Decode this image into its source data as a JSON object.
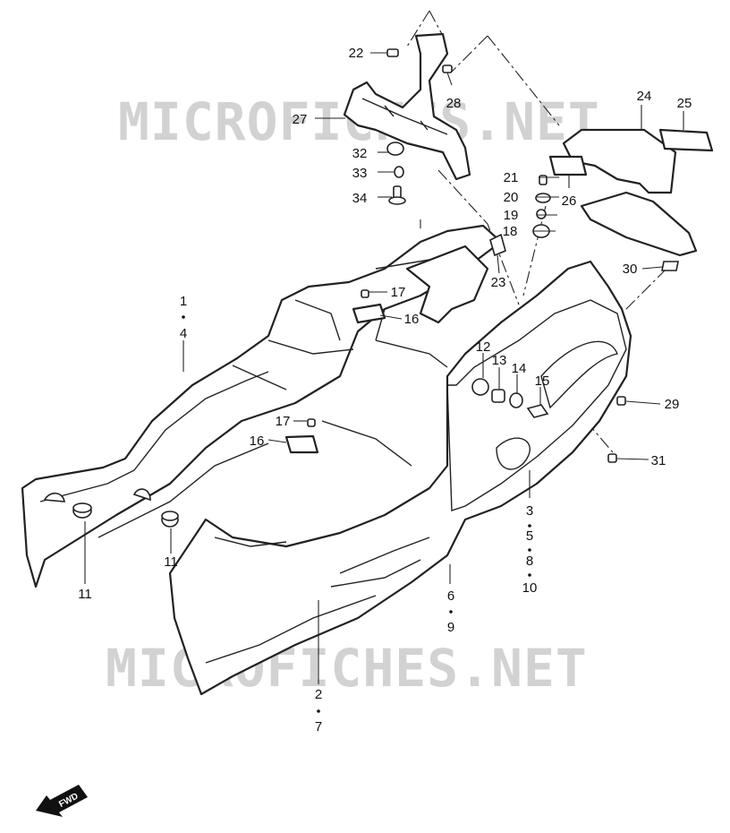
{
  "watermarks": [
    "MICROFICHES.NET",
    "MICROFICHES.NET"
  ],
  "fwd_badge": "FWD",
  "callouts": [
    {
      "id": "c1",
      "text": "1"
    },
    {
      "id": "c4",
      "text": "4"
    },
    {
      "id": "c2",
      "text": "2"
    },
    {
      "id": "c7",
      "text": "7"
    },
    {
      "id": "c3",
      "text": "3"
    },
    {
      "id": "c5",
      "text": "5"
    },
    {
      "id": "c8",
      "text": "8"
    },
    {
      "id": "c10",
      "text": "10"
    },
    {
      "id": "c6",
      "text": "6"
    },
    {
      "id": "c9",
      "text": "9"
    },
    {
      "id": "c11a",
      "text": "11"
    },
    {
      "id": "c11b",
      "text": "11"
    },
    {
      "id": "c12",
      "text": "12"
    },
    {
      "id": "c13",
      "text": "13"
    },
    {
      "id": "c14",
      "text": "14"
    },
    {
      "id": "c15",
      "text": "15"
    },
    {
      "id": "c16a",
      "text": "16"
    },
    {
      "id": "c16b",
      "text": "16"
    },
    {
      "id": "c17a",
      "text": "17"
    },
    {
      "id": "c17b",
      "text": "17"
    },
    {
      "id": "c18",
      "text": "18"
    },
    {
      "id": "c19",
      "text": "19"
    },
    {
      "id": "c20",
      "text": "20"
    },
    {
      "id": "c21",
      "text": "21"
    },
    {
      "id": "c22",
      "text": "22"
    },
    {
      "id": "c23",
      "text": "23"
    },
    {
      "id": "c24",
      "text": "24"
    },
    {
      "id": "c25",
      "text": "25"
    },
    {
      "id": "c26",
      "text": "26"
    },
    {
      "id": "c27",
      "text": "27"
    },
    {
      "id": "c28",
      "text": "28"
    },
    {
      "id": "c29",
      "text": "29"
    },
    {
      "id": "c30",
      "text": "30"
    },
    {
      "id": "c31",
      "text": "31"
    },
    {
      "id": "c32",
      "text": "32"
    },
    {
      "id": "c33",
      "text": "33"
    },
    {
      "id": "c34",
      "text": "34"
    }
  ]
}
